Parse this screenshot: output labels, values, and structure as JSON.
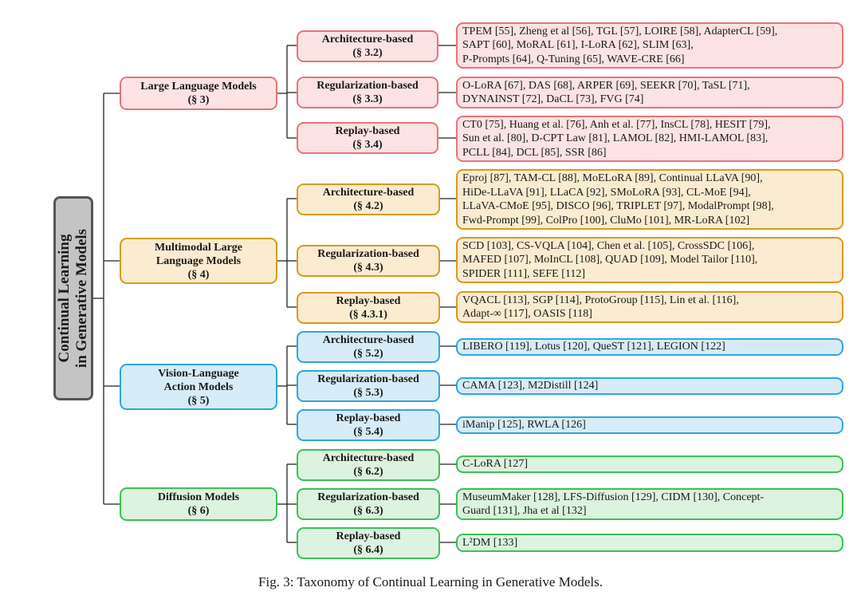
{
  "root": {
    "line1": "Continual Learning",
    "line2": "in Generative Models"
  },
  "categories": [
    {
      "line1": "Large Language Models",
      "line2": "(§ 3)",
      "subs": [
        {
          "title": "Architecture-based",
          "ref": "(§ 3.2)",
          "papers": [
            "TPEM [55], Zheng et al [56], TGL [57], LOIRE [58], AdapterCL [59],",
            "SAPT [60], MoRAL [61], I-LoRA [62], SLIM [63],",
            "P-Prompts [64], Q-Tuning [65], WAVE-CRE [66]"
          ]
        },
        {
          "title": "Regularization-based",
          "ref": "(§ 3.3)",
          "papers": [
            "O-LoRA [67], DAS [68], ARPER [69], SEEKR [70], TaSL [71],",
            "DYNAINST [72], DaCL [73], FVG [74]"
          ]
        },
        {
          "title": "Replay-based",
          "ref": "(§ 3.4)",
          "papers": [
            "CT0 [75], Huang et al. [76], Anh et al. [77], InsCL [78], HESIT [79],",
            "Sun et al. [80], D-CPT Law [81], LAMOL [82], HMI-LAMOL [83],",
            "PCLL [84], DCL [85], SSR [86]"
          ]
        }
      ]
    },
    {
      "line1": "Multimodal Large",
      "line2": "Language Models",
      "line3": "(§ 4)",
      "subs": [
        {
          "title": "Architecture-based",
          "ref": "(§ 4.2)",
          "papers": [
            "Eproj [87], TAM-CL [88], MoELoRA [89], Continual LLaVA [90],",
            "HiDe-LLaVA [91], LLaCA [92], SMoLoRA [93], CL-MoE [94],",
            "LLaVA-CMoE [95], DISCO [96], TRIPLET [97], ModalPrompt [98],",
            "Fwd-Prompt [99], ColPro [100], CluMo [101], MR-LoRA [102]"
          ]
        },
        {
          "title": "Regularization-based",
          "ref": "(§ 4.3)",
          "papers": [
            "SCD [103], CS-VQLA [104], Chen et al. [105], CrossSDC [106],",
            "MAFED [107], MoInCL [108], QUAD [109], Model Tailor [110],",
            "SPIDER [111], SEFE [112]"
          ]
        },
        {
          "title": "Replay-based",
          "ref": "(§ 4.3.1)",
          "papers": [
            "VQACL [113], SGP [114], ProtoGroup [115], Lin et al. [116],",
            "Adapt-∞ [117], OASIS [118]"
          ]
        }
      ]
    },
    {
      "line1": "Vision-Language",
      "line2": "Action Models",
      "line3": "(§ 5)",
      "subs": [
        {
          "title": "Architecture-based",
          "ref": "(§ 5.2)",
          "papers": [
            "LIBERO [119], Lotus [120], QueST [121], LEGION [122]"
          ]
        },
        {
          "title": "Regularization-based",
          "ref": "(§ 5.3)",
          "papers": [
            "CAMA [123], M2Distill [124]"
          ]
        },
        {
          "title": "Replay-based",
          "ref": "(§ 5.4)",
          "papers": [
            "iManip [125], RWLA [126]"
          ]
        }
      ]
    },
    {
      "line1": "Diffusion Models",
      "line2": "(§ 6)",
      "subs": [
        {
          "title": "Architecture-based",
          "ref": "(§ 6.2)",
          "papers": [
            "C-LoRA [127]"
          ]
        },
        {
          "title": "Regularization-based",
          "ref": "(§ 6.3)",
          "papers": [
            "MuseumMaker [128], LFS-Diffusion [129], CIDM [130], Concept-",
            "Guard [131], Jha et al [132]"
          ]
        },
        {
          "title": "Replay-based",
          "ref": "(§ 6.4)",
          "papers": [
            "L²DM [133]"
          ]
        }
      ]
    }
  ],
  "caption": "Fig. 3: Taxonomy of Continual Learning in Generative Models.",
  "colors": {
    "llm_border": "#e8737b",
    "llm_fill": "#fde3e3",
    "mllm_border": "#d99a1c",
    "mllm_fill": "#fbecd1",
    "vla_border": "#2fa6de",
    "vla_fill": "#d6ecf8",
    "dm_border": "#3dbf55",
    "dm_fill": "#dcf3df",
    "root_border": "#555555",
    "root_fill": "#c4c4c4"
  }
}
